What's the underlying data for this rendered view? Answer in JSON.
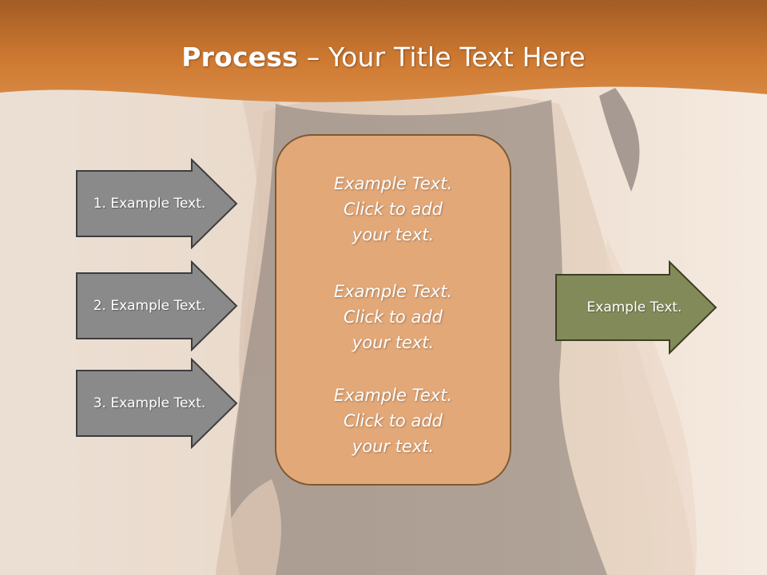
{
  "title": {
    "bold": "Process",
    "rest": " – Your Title Text Here"
  },
  "left_arrows": [
    {
      "label": "1. Example Text."
    },
    {
      "label": "2. Example Text."
    },
    {
      "label": "3. Example Text."
    }
  ],
  "center_blocks": [
    {
      "line1": "Example Text.",
      "line2": "Click  to add",
      "line3": "your text."
    },
    {
      "line1": "Example Text.",
      "line2": "Click  to add",
      "line3": "your text."
    },
    {
      "line1": "Example Text.",
      "line2": "Click  to add",
      "line3": "your text."
    }
  ],
  "right_arrow": {
    "label": "Example Text."
  },
  "colors": {
    "header": "#c8762f",
    "left_arrow_fill": "#8a8a8a",
    "center_fill": "#e3a878",
    "right_arrow_fill": "#838a5a"
  }
}
